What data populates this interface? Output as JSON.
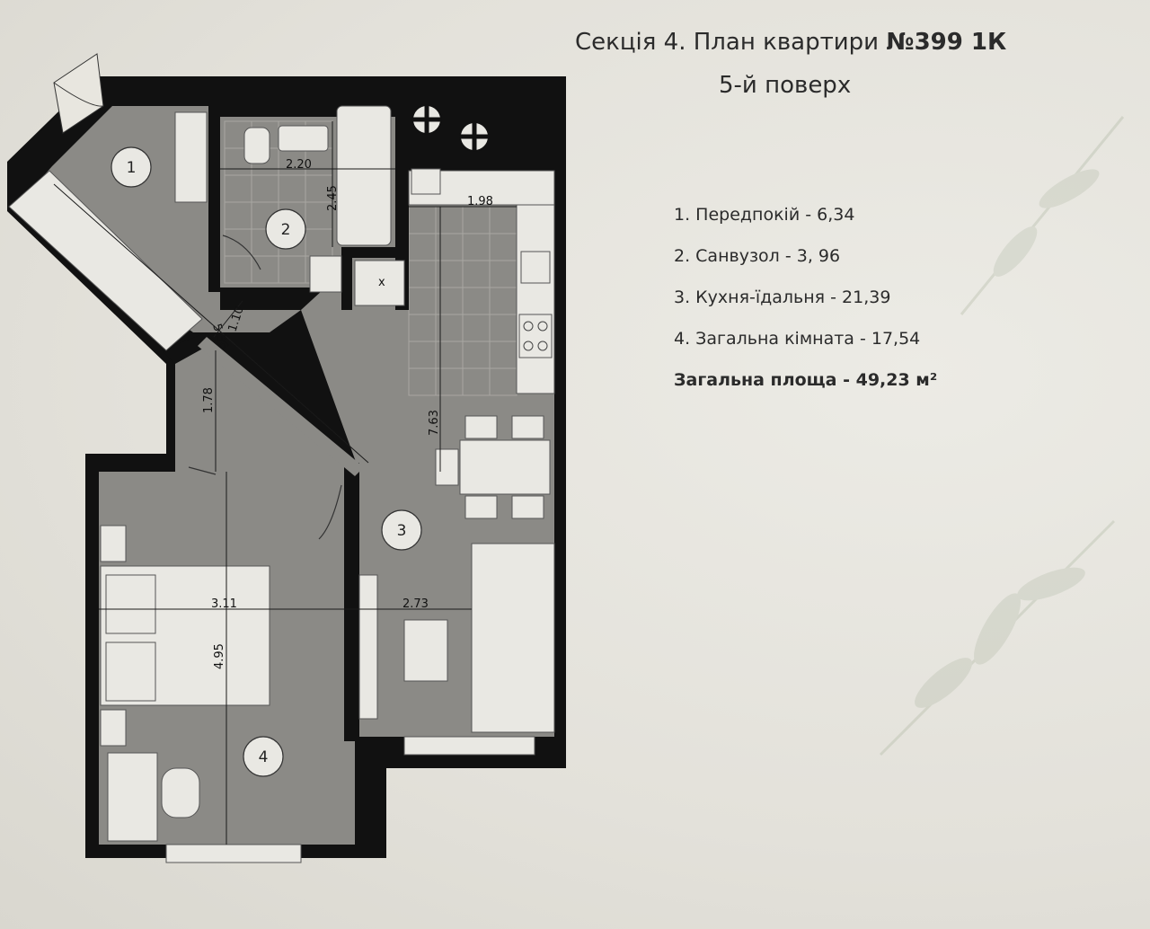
{
  "title": {
    "line1_prefix": "Секція 4. План квартири ",
    "line1_bold": "№399 1К",
    "line2": "5-й поверх"
  },
  "legend": {
    "items": [
      "1. Передпокій - 6,34",
      "2. Санвузол - 3, 96",
      "3. Кухня-їдальня - 21,39",
      "4. Загальна кімната - 17,54"
    ],
    "total_label": "Загальна площа - 49,23 м²"
  },
  "plan": {
    "rooms": [
      "1",
      "2",
      "3",
      "4"
    ],
    "dimensions": {
      "bath_width": "2.20",
      "bath_height": "2.45",
      "kitchen_top": "1.98",
      "hall_diag": "5.36",
      "hall_width": "1.10",
      "room4_upper": "1.78",
      "kitchen_len": "7.63",
      "room4_width": "3.11",
      "living_width": "2.73",
      "room4_len": "4.95"
    },
    "fixture_marks": {
      "washer": "x"
    }
  },
  "colors": {
    "wall": "#111111",
    "floor": "#8b8a86",
    "floor_light": "#9a9995",
    "furniture": "#d8d7d2",
    "paper": "#e8e6df"
  }
}
